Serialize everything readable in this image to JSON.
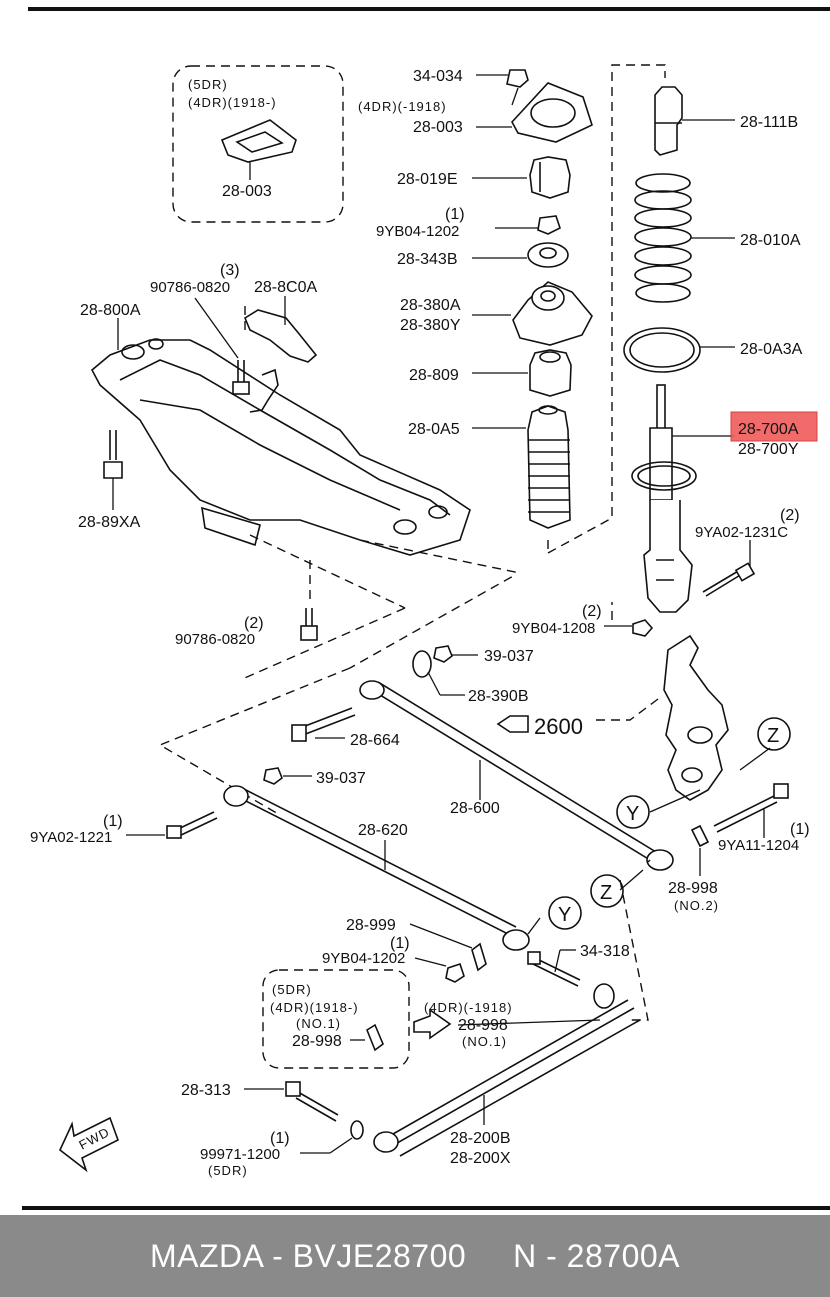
{
  "labels": {
    "l_34_034": "34-034",
    "l_4dr_1918b": "(4DR)(-1918)",
    "l_28_003a": "28-003",
    "l_28_111b": "28-111B",
    "l_28_019e": "28-019E",
    "l_28_010a": "28-010A",
    "l_q1a": "(1)",
    "l_9yb04_1202a": "9YB04-1202",
    "l_28_343b": "28-343B",
    "l_28_380a": "28-380A",
    "l_28_380y": "28-380Y",
    "l_28_0a3a": "28-0A3A",
    "l_28_809": "28-809",
    "l_28_0a5": "28-0A5",
    "l_28_700a": "28-700A",
    "l_28_700y": "28-700Y",
    "l_q2a": "(2)",
    "l_9ya02_1231c": "9YA02-1231C",
    "l_q2b": "(2)",
    "l_9yb04_1208": "9YB04-1208",
    "l_5dr": "(5DR)",
    "l_4dr_1918": "(4DR)(1918-)",
    "l_28_003b": "28-003",
    "l_q3": "(3)",
    "l_90786_0820a": "90786-0820",
    "l_28_8c0a": "28-8C0A",
    "l_28_800a": "28-800A",
    "l_28_89xa": "28-89XA",
    "l_q2c": "(2)",
    "l_90786_0820b": "90786-0820",
    "l_39_037a": "39-037",
    "l_28_390b": "28-390B",
    "l_2600": "2600",
    "l_28_664": "28-664",
    "l_z1": "Z",
    "l_39_037b": "39-037",
    "l_28_600": "28-600",
    "l_y1": "Y",
    "l_q1b": "(1)",
    "l_9ya02_1221": "9YA02-1221",
    "l_28_620": "28-620",
    "l_q1c": "(1)",
    "l_9ya11_1204": "9YA11-1204",
    "l_28_998a": "28-998",
    "l_no2": "(NO.2)",
    "l_z2": "Z",
    "l_y2": "Y",
    "l_28_999": "28-999",
    "l_q1d": "(1)",
    "l_9yb04_1202b": "9YB04-1202",
    "l_34_318": "34-318",
    "l_5dr_b": "(5DR)",
    "l_4dr_1918_b": "(4DR)(1918-)",
    "l_no1a": "(NO.1)",
    "l_28_998b": "28-998",
    "l_4dr_1918c": "(4DR)(-1918)",
    "l_28_998c": "28-998",
    "l_no1b": "(NO.1)",
    "l_28_313": "28-313",
    "l_q1e": "(1)",
    "l_99971_1200": "99971-1200",
    "l_5dr_c": "(5DR)",
    "l_28_200b": "28-200B",
    "l_28_200x": "28-200X",
    "l_fwd": "FWD"
  },
  "footer": {
    "text": "MAZDA - BVJE28700     N - 28700A"
  },
  "colors": {
    "highlight": "#f05c5c",
    "footer_bg": "#8a8a8a",
    "footer_text": "#ffffff"
  }
}
